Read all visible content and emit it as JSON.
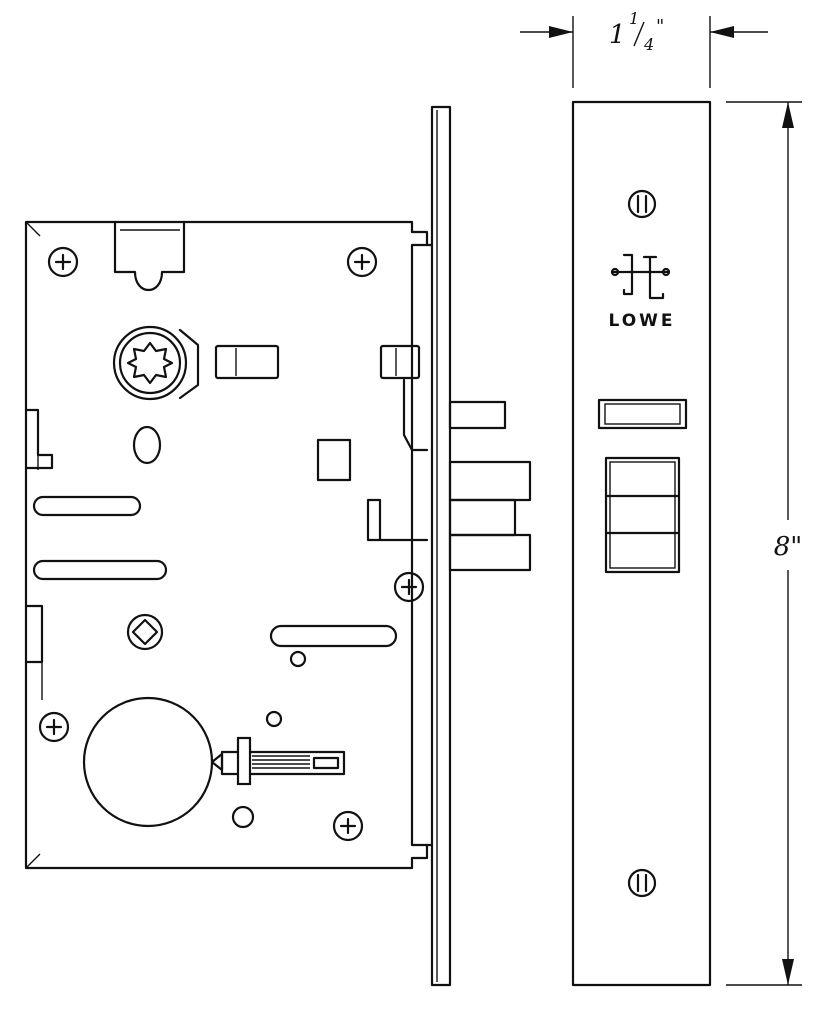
{
  "dimensions": {
    "width_label": "1¼\"",
    "width_whole": "1",
    "width_numerator": "1",
    "width_denominator": "4",
    "width_inch_mark": "\"",
    "height_label": "8\""
  },
  "faceplate": {
    "brand_name": "LOWE",
    "logo_letters": "LL"
  }
}
